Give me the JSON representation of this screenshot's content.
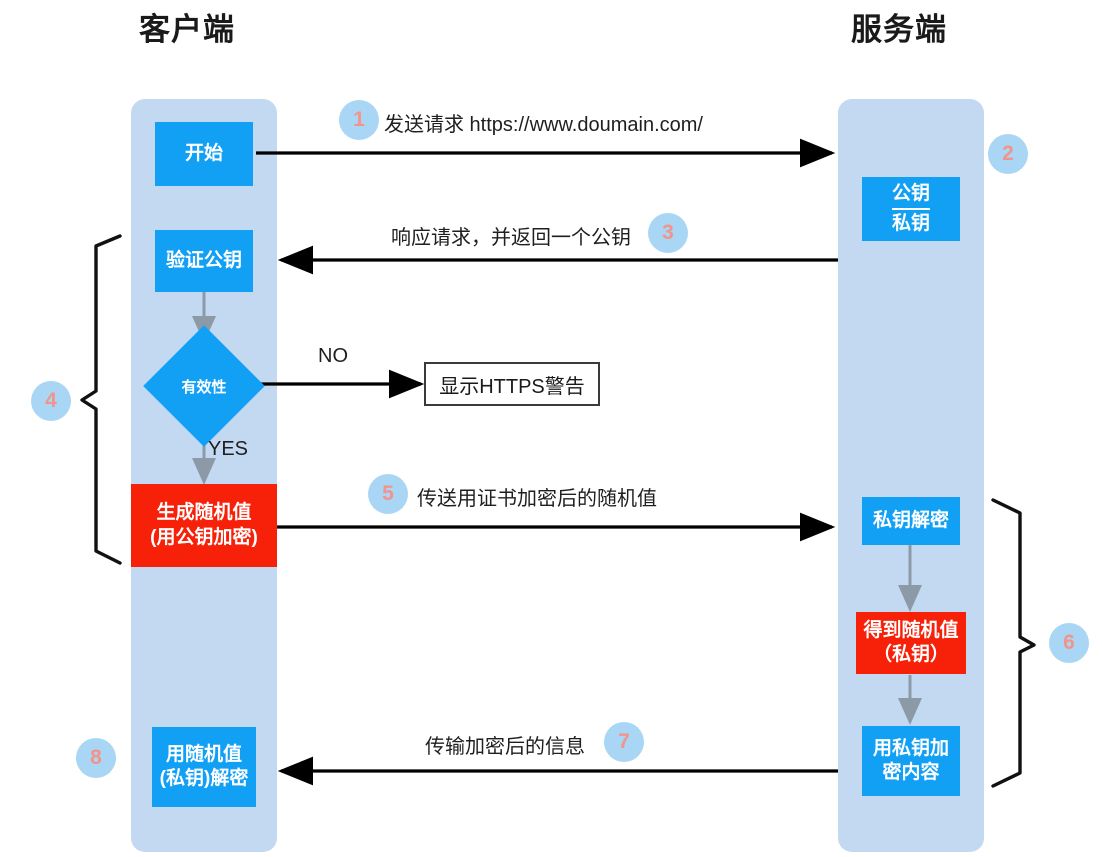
{
  "lanes": {
    "client": {
      "title": "客户端"
    },
    "server": {
      "title": "服务端"
    }
  },
  "client_nodes": {
    "start": "开始",
    "verify_key": "验证公钥",
    "validity": "有效性",
    "gen_random_l1": "生成随机值",
    "gen_random_l2": "(用公钥加密)",
    "decrypt_l1": "用随机值",
    "decrypt_l2": "(私钥)解密"
  },
  "server_nodes": {
    "keys_public": "公钥",
    "keys_private": "私钥",
    "priv_decrypt": "私钥解密",
    "got_random_l1": "得到随机值",
    "got_random_l2": "（私钥）",
    "encrypt_l1": "用私钥加",
    "encrypt_l2": "密内容"
  },
  "branch": {
    "no": "NO",
    "yes": "YES",
    "warning_box": "显示HTTPS警告"
  },
  "messages": {
    "m1": "发送请求  https://www.doumain.com/",
    "m3": "响应请求，并返回一个公钥",
    "m5": "传送用证书加密后的随机值",
    "m7": "传输加密后的信息"
  },
  "steps": {
    "s1": "1",
    "s2": "2",
    "s3": "3",
    "s4": "4",
    "s5": "5",
    "s6": "6",
    "s7": "7",
    "s8": "8"
  },
  "colors": {
    "lane": "#c3d9f2",
    "node_blue": "#12a0f5",
    "node_red": "#f72008",
    "step_circle": "#a9d6f4",
    "step_number": "#f2948c",
    "arrow_black": "#000000",
    "arrow_grey": "#8c9aa8"
  }
}
